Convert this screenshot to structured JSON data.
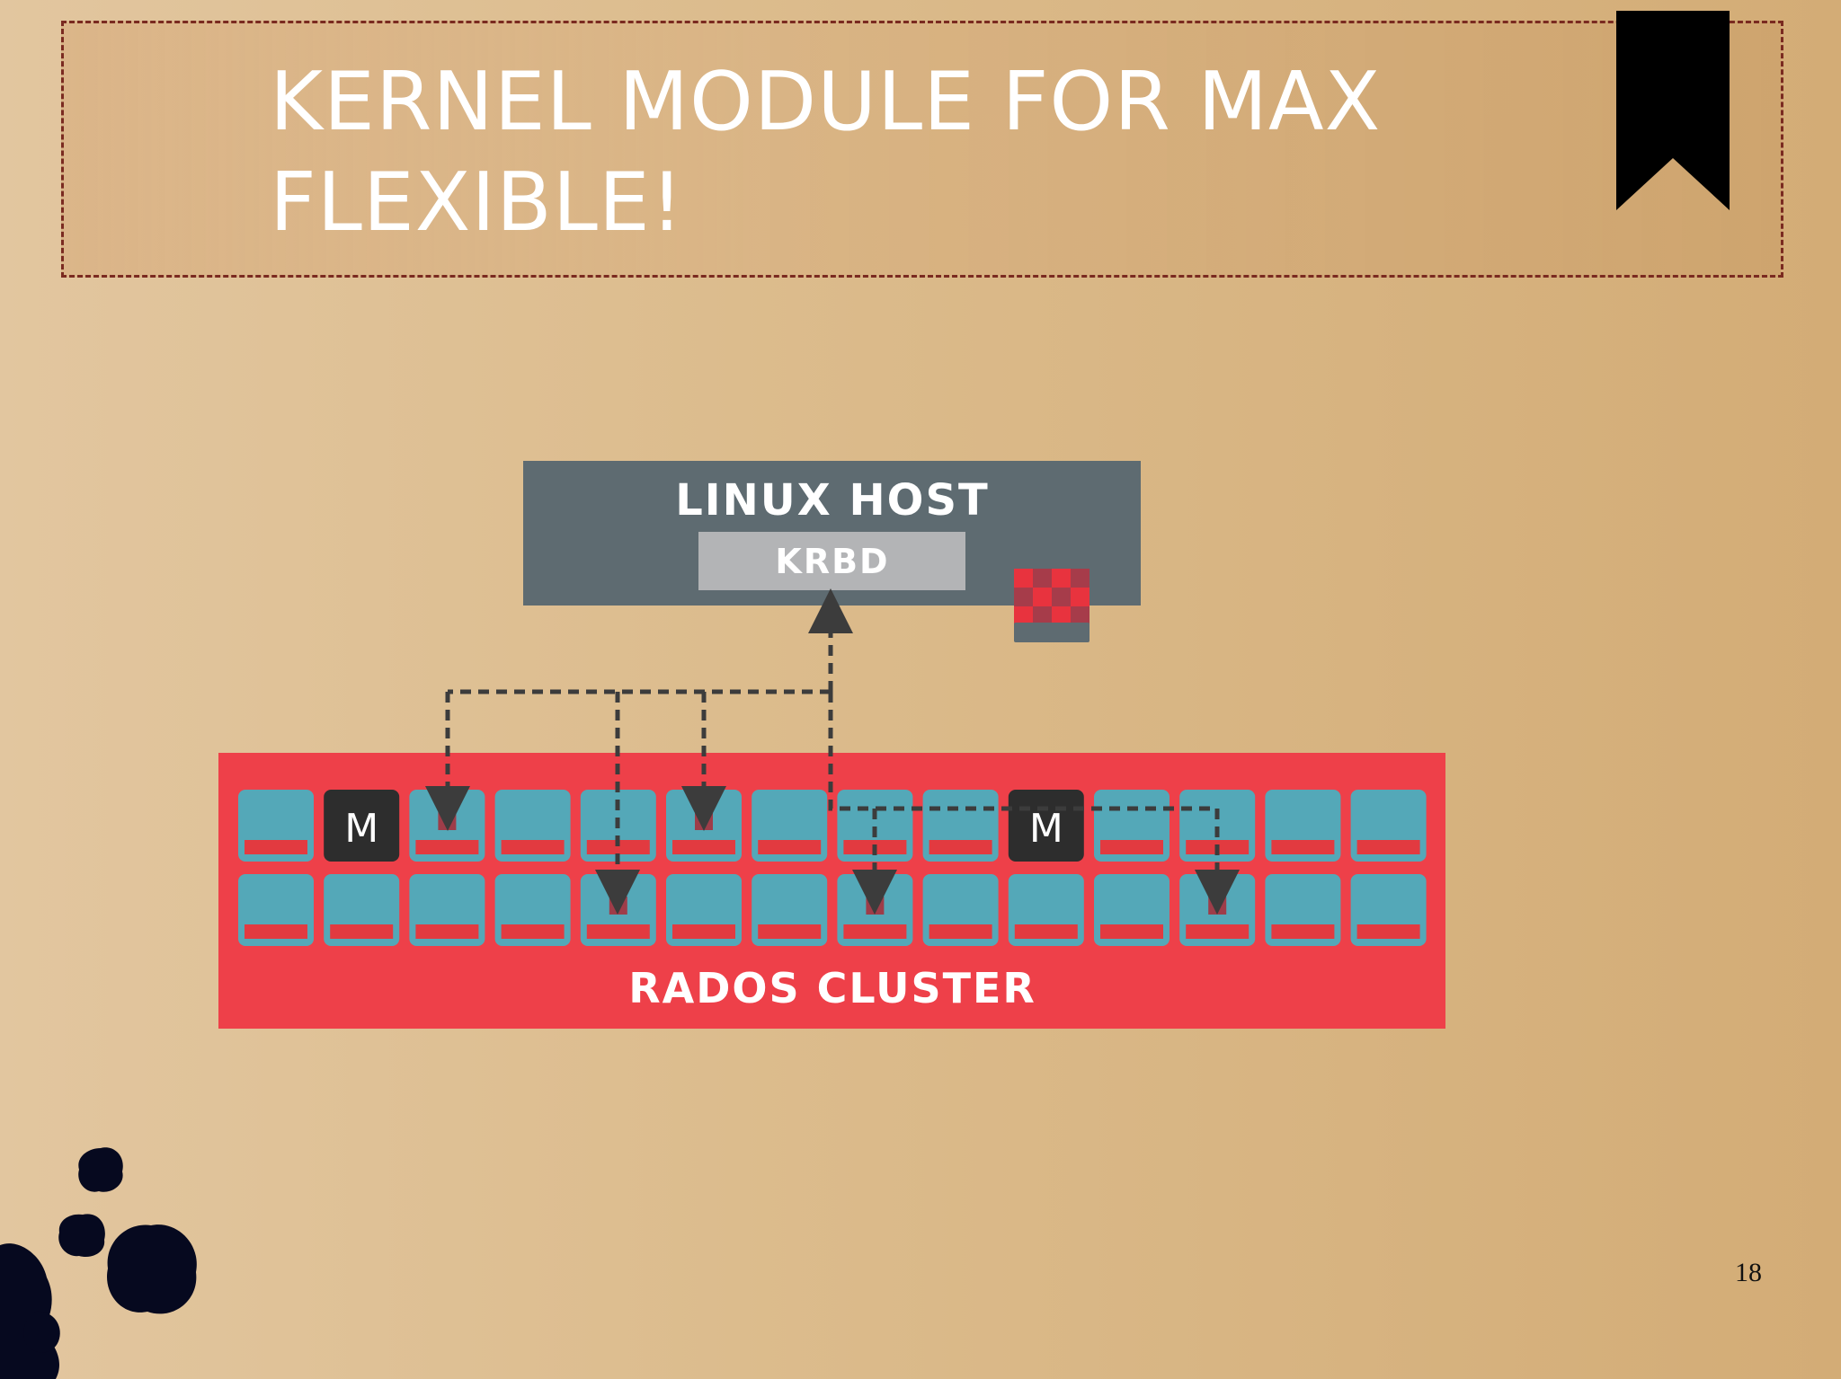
{
  "slide": {
    "title_line1": "KERNEL MODULE FOR MAX",
    "title_line2": "FLEXIBLE!",
    "page_number": "18"
  },
  "diagram": {
    "host_label": "LINUX HOST",
    "krbd_label": "KRBD",
    "cluster_label": "RADOS CLUSTER",
    "monitor_label": "M"
  },
  "colors": {
    "host_box": "#5e6b71",
    "krbd_box": "#b3b4b6",
    "cluster": "#ee4049",
    "osd_fill": "#54a8b8",
    "osd_bar": "#e23a40",
    "monitor": "#2d2d2d",
    "object_square": "#9e3d49",
    "arrow": "#3c3c3c",
    "bookmark": "#000000",
    "banner_border": "#7a2a20"
  },
  "icons": {
    "bookmark": "bookmark-icon",
    "image": "rbd-image-icon",
    "ink": "ink-splatter-decoration"
  }
}
